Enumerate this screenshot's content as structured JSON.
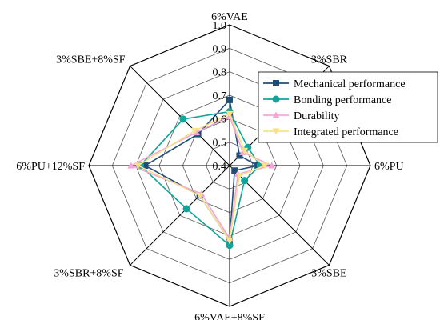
{
  "chart_data": {
    "type": "radar",
    "title": "",
    "axes": [
      "6%VAE",
      "3%SBR",
      "6%PU",
      "3%SBE",
      "6%VAE+8%SF",
      "3%SBR+8%SF",
      "6%PU+12%SF",
      "3%SBE+8%SF"
    ],
    "range": [
      0.4,
      1.0
    ],
    "ticks": [
      "0.4",
      "0.5",
      "0.6",
      "0.7",
      "0.8",
      "0.9",
      "1.0"
    ],
    "tick_values": [
      0.4,
      0.5,
      0.6,
      0.7,
      0.8,
      0.9,
      1.0
    ],
    "grid": true,
    "legend_position": "right",
    "series": [
      {
        "name": "Mechanical performance",
        "color": "#1f4e79",
        "marker": "square",
        "values": [
          0.68,
          0.46,
          0.52,
          0.43,
          0.72,
          0.58,
          0.76,
          0.59
        ]
      },
      {
        "name": "Bonding performance",
        "color": "#10a49a",
        "marker": "circle",
        "values": [
          0.63,
          0.51,
          0.53,
          0.49,
          0.74,
          0.66,
          0.78,
          0.68
        ]
      },
      {
        "name": "Durability",
        "color": "#f4a6d7",
        "marker": "triangle",
        "values": [
          0.61,
          0.48,
          0.58,
          0.45,
          0.71,
          0.57,
          0.82,
          0.6
        ]
      },
      {
        "name": "Integrated performance",
        "color": "#f7e28a",
        "marker": "triangle-down",
        "values": [
          0.62,
          0.49,
          0.55,
          0.46,
          0.72,
          0.58,
          0.79,
          0.61
        ]
      }
    ]
  }
}
